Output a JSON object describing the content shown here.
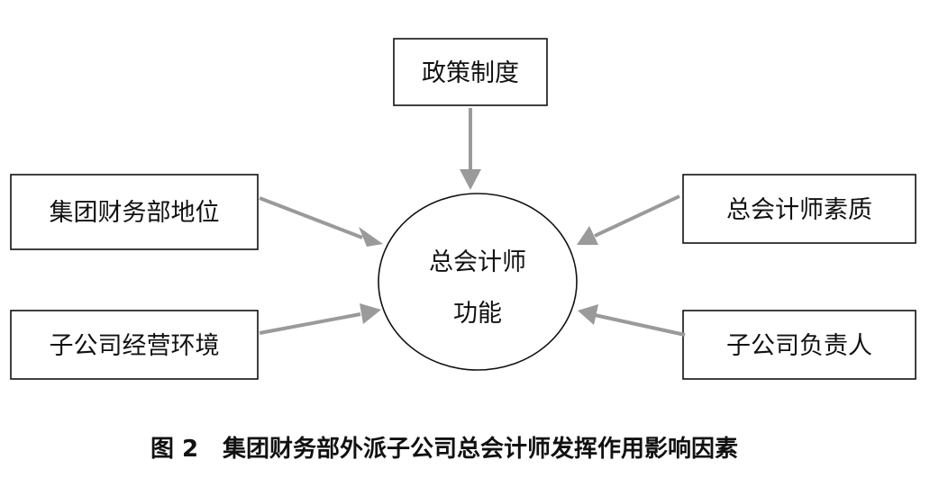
{
  "diagram": {
    "top_factor": "政策制度",
    "left_top_factor": "集团财务部地位",
    "left_bottom_factor": "子公司经营环境",
    "right_top_factor": "总会计师素质",
    "right_bottom_factor": "子公司负责人",
    "center": {
      "line1": "总会计师",
      "line2": "功能"
    }
  },
  "caption": {
    "figure_label": "图 2",
    "title": "集团财务部外派子公司总会计师发挥作用影响因素"
  },
  "colors": {
    "arrow": "#9a9a9a",
    "border": "#111111",
    "text": "#111111",
    "background": "#ffffff"
  }
}
